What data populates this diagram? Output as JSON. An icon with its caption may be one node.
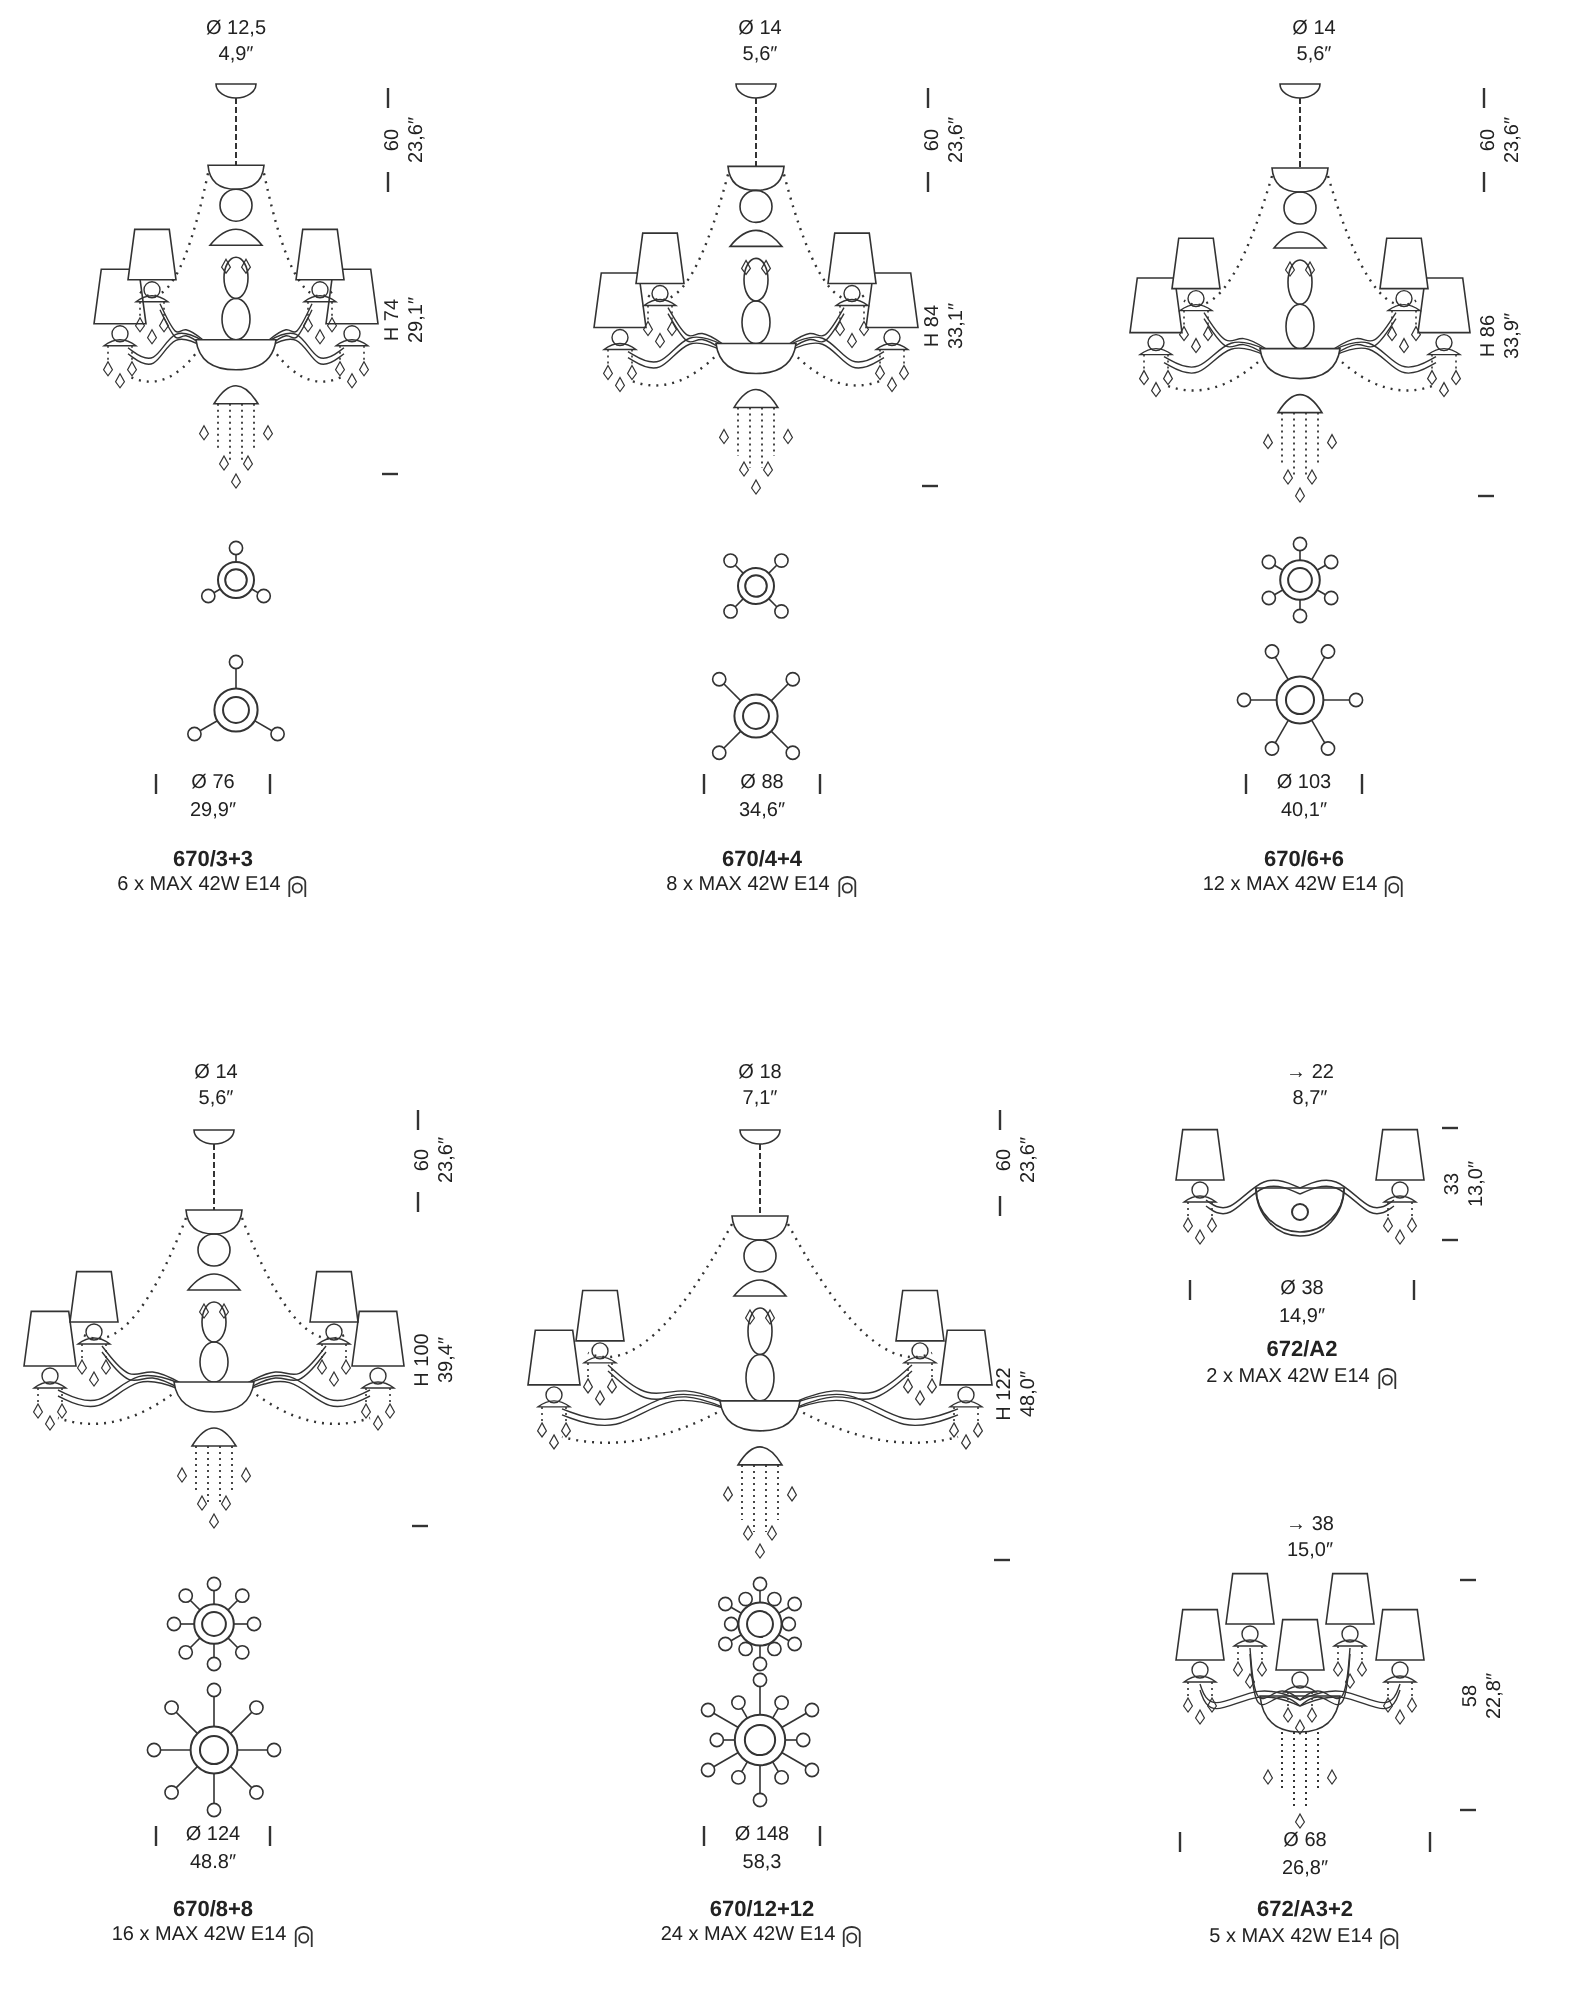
{
  "diagram": {
    "labels": [
      "Ø 12,5",
      "4,9″",
      "60",
      "23,6″",
      "H 74",
      "29,1″",
      "Ø 76",
      "29,9″",
      "670/3+3",
      "6 x MAX 42W E14",
      "Ø 14",
      "5,6″",
      "60",
      "23,6″",
      "H 84",
      "33,1″",
      "Ø 88",
      "34,6″",
      "670/4+4",
      "8 x MAX 42W E14",
      "Ø 14",
      "5,6″",
      "60",
      "23,6″",
      "H 86",
      "33,9″",
      "Ø 103",
      "40,1″",
      "670/6+6",
      "12 x MAX 42W E14",
      "Ø 14",
      "5,6″",
      "60",
      "23,6″",
      "H 100",
      "39,4″",
      "Ø 124",
      "48.8″",
      "670/8+8",
      "16 x MAX 42W E14",
      "Ø 18",
      "7,1″",
      "60",
      "23,6″",
      "H 122",
      "48,0″",
      "Ø 148",
      "58,3",
      "670/12+12",
      "24 x MAX 42W E14",
      "→ 22",
      "8,7″",
      "33",
      "13,0″",
      "Ø 38",
      "14,9″",
      "672/A2",
      "2 x MAX 42W E14",
      "→ 38",
      "15,0″",
      "58",
      "22,8″",
      "Ø 68",
      "26,8″",
      "672/A3+2",
      "5 x MAX 42W E14"
    ]
  }
}
